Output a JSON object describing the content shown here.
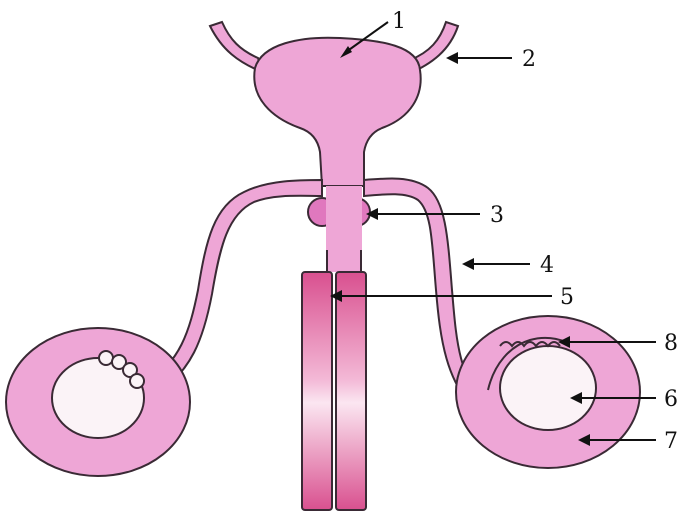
{
  "diagram": {
    "labels": [
      {
        "id": "1",
        "text": "1"
      },
      {
        "id": "2",
        "text": "2"
      },
      {
        "id": "3",
        "text": "3"
      },
      {
        "id": "4",
        "text": "4"
      },
      {
        "id": "5",
        "text": "5"
      },
      {
        "id": "6",
        "text": "6"
      },
      {
        "id": "7",
        "text": "7"
      },
      {
        "id": "8",
        "text": "8"
      }
    ],
    "colors": {
      "tissue": "#eea6d6",
      "tissue_dark": "#e078be",
      "urethra_dark": "#d9508f",
      "outline": "#3a2a35",
      "inner": "#fbf3f7"
    }
  }
}
